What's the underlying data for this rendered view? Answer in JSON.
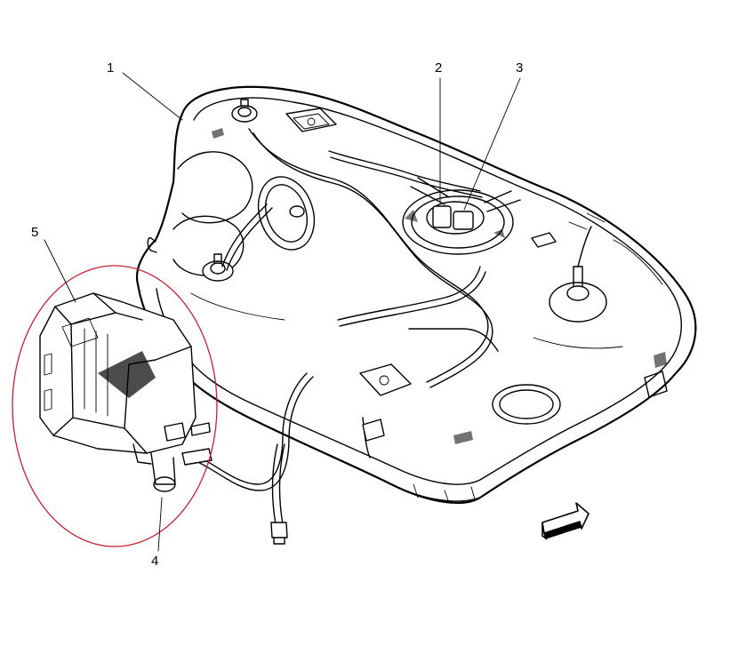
{
  "diagram": {
    "callouts": [
      {
        "id": "1",
        "label": "1"
      },
      {
        "id": "2",
        "label": "2"
      },
      {
        "id": "3",
        "label": "3"
      },
      {
        "id": "4",
        "label": "4"
      },
      {
        "id": "5",
        "label": "5"
      }
    ],
    "highlight_color": "#c8202f"
  }
}
